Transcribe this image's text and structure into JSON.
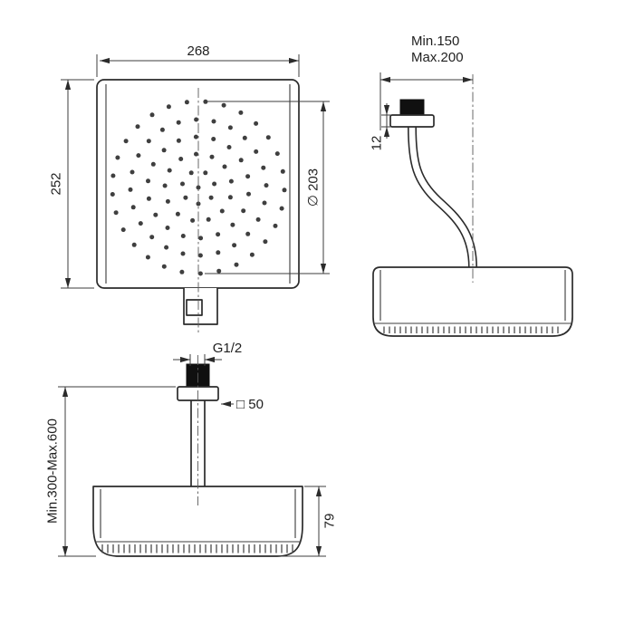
{
  "front_view": {
    "width_label": "268",
    "height_label": "252",
    "diameter_label": "∅ 203"
  },
  "side_view": {
    "min_distance_label": "Min.150",
    "max_distance_label": "Max.200",
    "plate_thickness_label": "12"
  },
  "ceiling_view": {
    "thread_label": "G1/2",
    "flange_size_label": "□ 50",
    "height_range_label": "Min.300-Max.600",
    "head_depth_label": "79"
  }
}
